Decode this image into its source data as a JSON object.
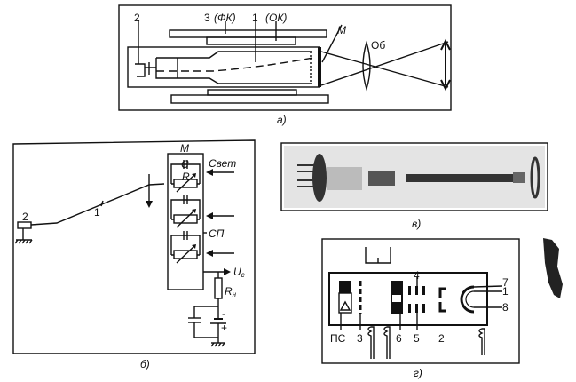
{
  "panel_a": {
    "caption": "а)",
    "labels": {
      "gun": "2",
      "coil_system": "3",
      "focus_coil": "(ФК)",
      "beam": "1",
      "deflect_coil": "(ОК)",
      "target": "М",
      "lens": "Об"
    }
  },
  "panel_b": {
    "caption": "б)",
    "labels": {
      "gun": "2",
      "beam": "1",
      "target": "М",
      "capacitance": "C",
      "resistance": "R",
      "light": "Свет",
      "photolayer": "СП",
      "signal": "U",
      "signal_sub": "c",
      "load": "R",
      "load_sub": "н",
      "minus": "-",
      "plus": "+"
    }
  },
  "panel_v": {
    "caption": "в)"
  },
  "panel_g": {
    "caption": "г)",
    "labels": {
      "ps": "ПС",
      "n3": "3",
      "n6": "6",
      "n5": "5",
      "n2": "2",
      "n4": "4",
      "n7": "7",
      "n1": "1",
      "n8": "8"
    }
  }
}
